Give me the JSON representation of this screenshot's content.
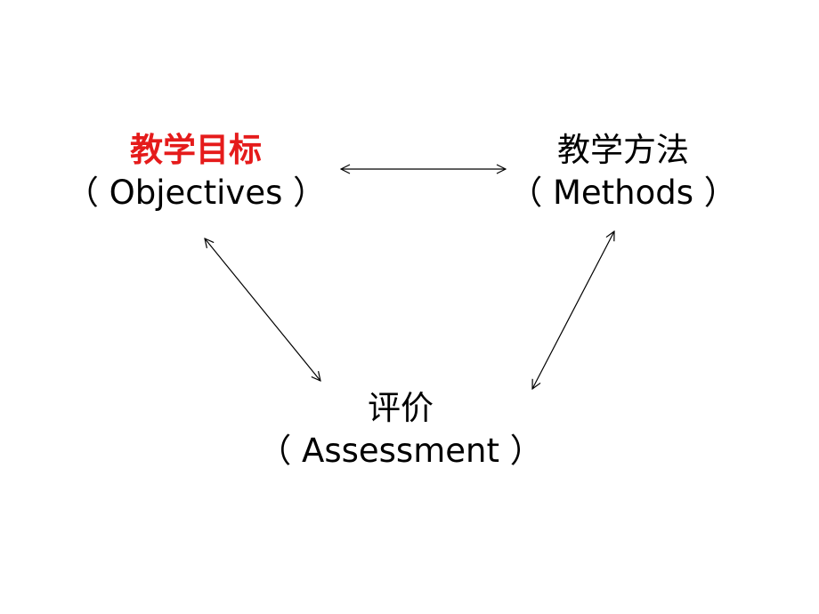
{
  "colors": {
    "highlight": "#e51b1b",
    "text": "#000000",
    "arrow": "#000000"
  },
  "nodes": {
    "objectives": {
      "cn": "教学目标",
      "en": "（ Objectives ）"
    },
    "methods": {
      "cn": "教学方法",
      "en": "（ Methods ）"
    },
    "assessment": {
      "cn": "评价",
      "en": "（ Assessment ）"
    }
  }
}
